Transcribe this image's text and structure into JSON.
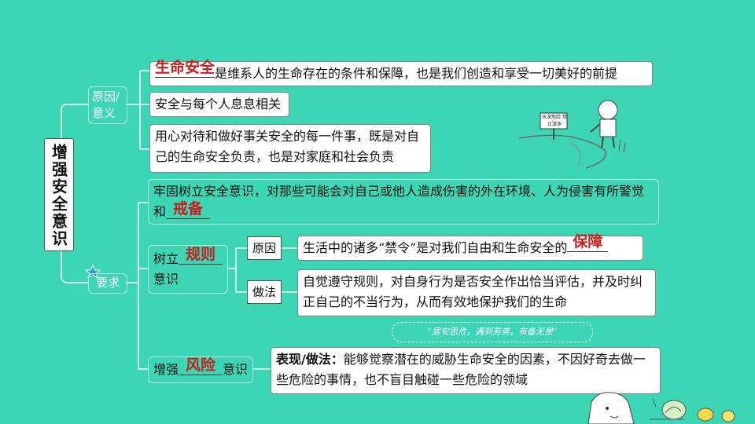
{
  "title": "增强安全意识",
  "branch1": {
    "label": "原因/意义",
    "item1_fill": "生命安全",
    "item1_text": "是维系人的生命存在的条件和保障，也是我们创造和享受一切美好的前提",
    "item2_text": "安全与每个人息息相关",
    "item3_text": "用心对待和做好事关安全的每一件事，既是对自己的生命安全负责，也是对家庭和社会负责"
  },
  "illustration": {
    "sign_text": "水深危险 禁止游泳"
  },
  "branch2": {
    "label": "要求",
    "req1_text": "牢固树立安全意识，对那些可能会对自己或他人造成伤害的外在环境、人为侵害有所警觉和",
    "req1_fill": "戒备",
    "req2_prefix": "树立",
    "req2_fill": "规则",
    "req2_suffix": "意识",
    "reason_label": "原因",
    "reason_text": "生活中的诸多“禁令”是对我们自由和生命安全的",
    "reason_fill": "保障",
    "method_label": "做法",
    "method_text": "自觉遵守规则，对自身行为是否安全作出恰当评估，并及时纠正自己的不当行为，从而有效地保护我们的生命",
    "req3_prefix": "增强",
    "req3_fill": "风险",
    "req3_suffix": "意识",
    "motto": "“居安思危，遇到劳务，有备无患”",
    "perf_label": "表现/做法：",
    "perf_text": "能够觉察潜在的威胁生命安全的因素，不因好奇去做一些危险的事情，也不盲目触碰一些危险的领域"
  },
  "colors": {
    "background": "#3dd6b5",
    "fill_text": "#c81e1e",
    "connector": "#ffffff"
  }
}
